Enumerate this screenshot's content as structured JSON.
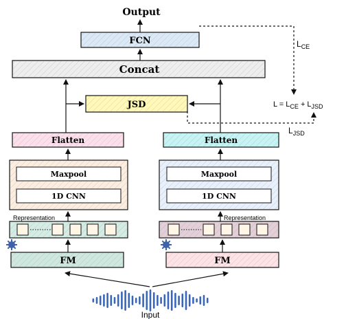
{
  "title": "Output",
  "fcn": "FCN",
  "concat": "Concat",
  "jsd": "JSD",
  "flatten_left": "Flatten",
  "flatten_right": "Flatten",
  "maxpool_left": "Maxpool",
  "maxpool_right": "Maxpool",
  "cnn_left": "1D CNN",
  "cnn_right": "1D CNN",
  "representation_left": "Representation",
  "representation_right": "Representation",
  "fm_left": "FM",
  "fm_right": "FM",
  "input": "Input",
  "loss": {
    "lce_base": "L",
    "lce_sub": "CE",
    "eq_prefix": "L = L",
    "eq_sub1": "CE",
    "eq_plus": " + L",
    "eq_sub2": "JSD",
    "ljsd_base": "L",
    "ljsd_sub": "JSD"
  },
  "colors": {
    "fcn": "#dbe9f7",
    "concat": "#eeeeee",
    "jsd": "#fff8b8",
    "flatten_left": "#fbe0ec",
    "flatten_right": "#c6f3f3",
    "encoder_left": "#fbeee0",
    "encoder_right": "#e7f0fb",
    "rep_left": "#d4ece4",
    "rep_right": "#e3cfd8",
    "fm_left": "#cfe8df",
    "fm_right": "#fde3e6",
    "waveform": "#3a66b8",
    "gear": "#3f62a8"
  },
  "icons": [
    "gear-icon-left",
    "gear-icon-right",
    "waveform-icon"
  ]
}
